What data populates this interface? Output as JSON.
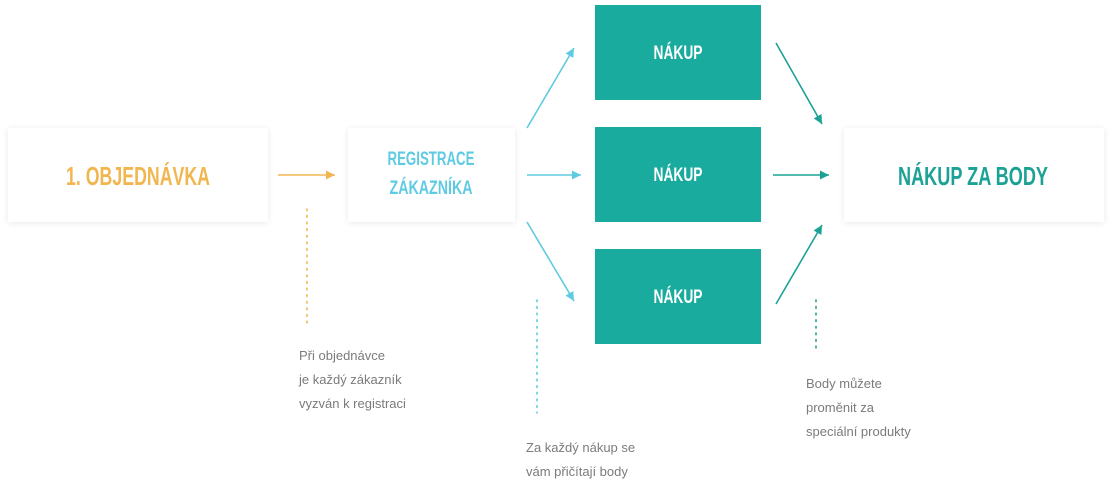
{
  "colors": {
    "orange": "#f2b650",
    "light_blue": "#5fcbe2",
    "teal_box": "#1aab9f",
    "teal": "#1ca294",
    "white": "#ffffff",
    "card": "#ffffff",
    "note_text": "#7b7b7b"
  },
  "steps": {
    "order": {
      "label": "1. OBJEDNÁVKA",
      "note_lines": [
        "Při objednávce",
        "je každý zákazník",
        "vyzván k registraci"
      ]
    },
    "registration": {
      "label_lines": [
        "REGISTRACE",
        "ZÁKAZNÍKA"
      ]
    },
    "purchases": {
      "items": [
        {
          "label": "NÁKUP"
        },
        {
          "label": "NÁKUP"
        },
        {
          "label": "NÁKUP"
        }
      ],
      "note_lines": [
        "Za každý nákup se",
        "vám přičítají body"
      ]
    },
    "reward": {
      "label": "NÁKUP ZA BODY",
      "note_lines": [
        "Body můžete",
        "proměnit za",
        "speciální produkty"
      ]
    }
  }
}
